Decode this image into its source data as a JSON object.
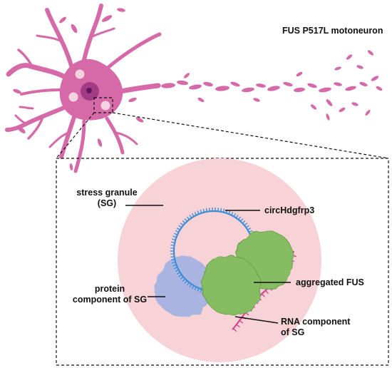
{
  "figure": {
    "title": "FUS P517L motoneuron",
    "labels": {
      "stress_granule_line1": "stress granule",
      "stress_granule_line2": "(SG)",
      "circ_rna": "circHdgfrp3",
      "aggregated_fus": "aggregated FUS",
      "protein_line1": "protein",
      "protein_line2": "component of SG",
      "rna_line1": "RNA component",
      "rna_line2": "of SG"
    }
  },
  "colors": {
    "neuron": "#d66aa8",
    "neuron_dark": "#b8488e",
    "nucleus": "#a33c86",
    "nucleolus": "#5e1a58",
    "granule_spot": "#f3d3e0",
    "stress_granule": "#f7d2d6",
    "circ_rna": "#3b8fd8",
    "aggregated_fus": "#86bd63",
    "protein_sg": "#a9b5e0",
    "rna_sg": "#d4468f",
    "leader_line": "#111111",
    "dash_border": "#111111"
  }
}
